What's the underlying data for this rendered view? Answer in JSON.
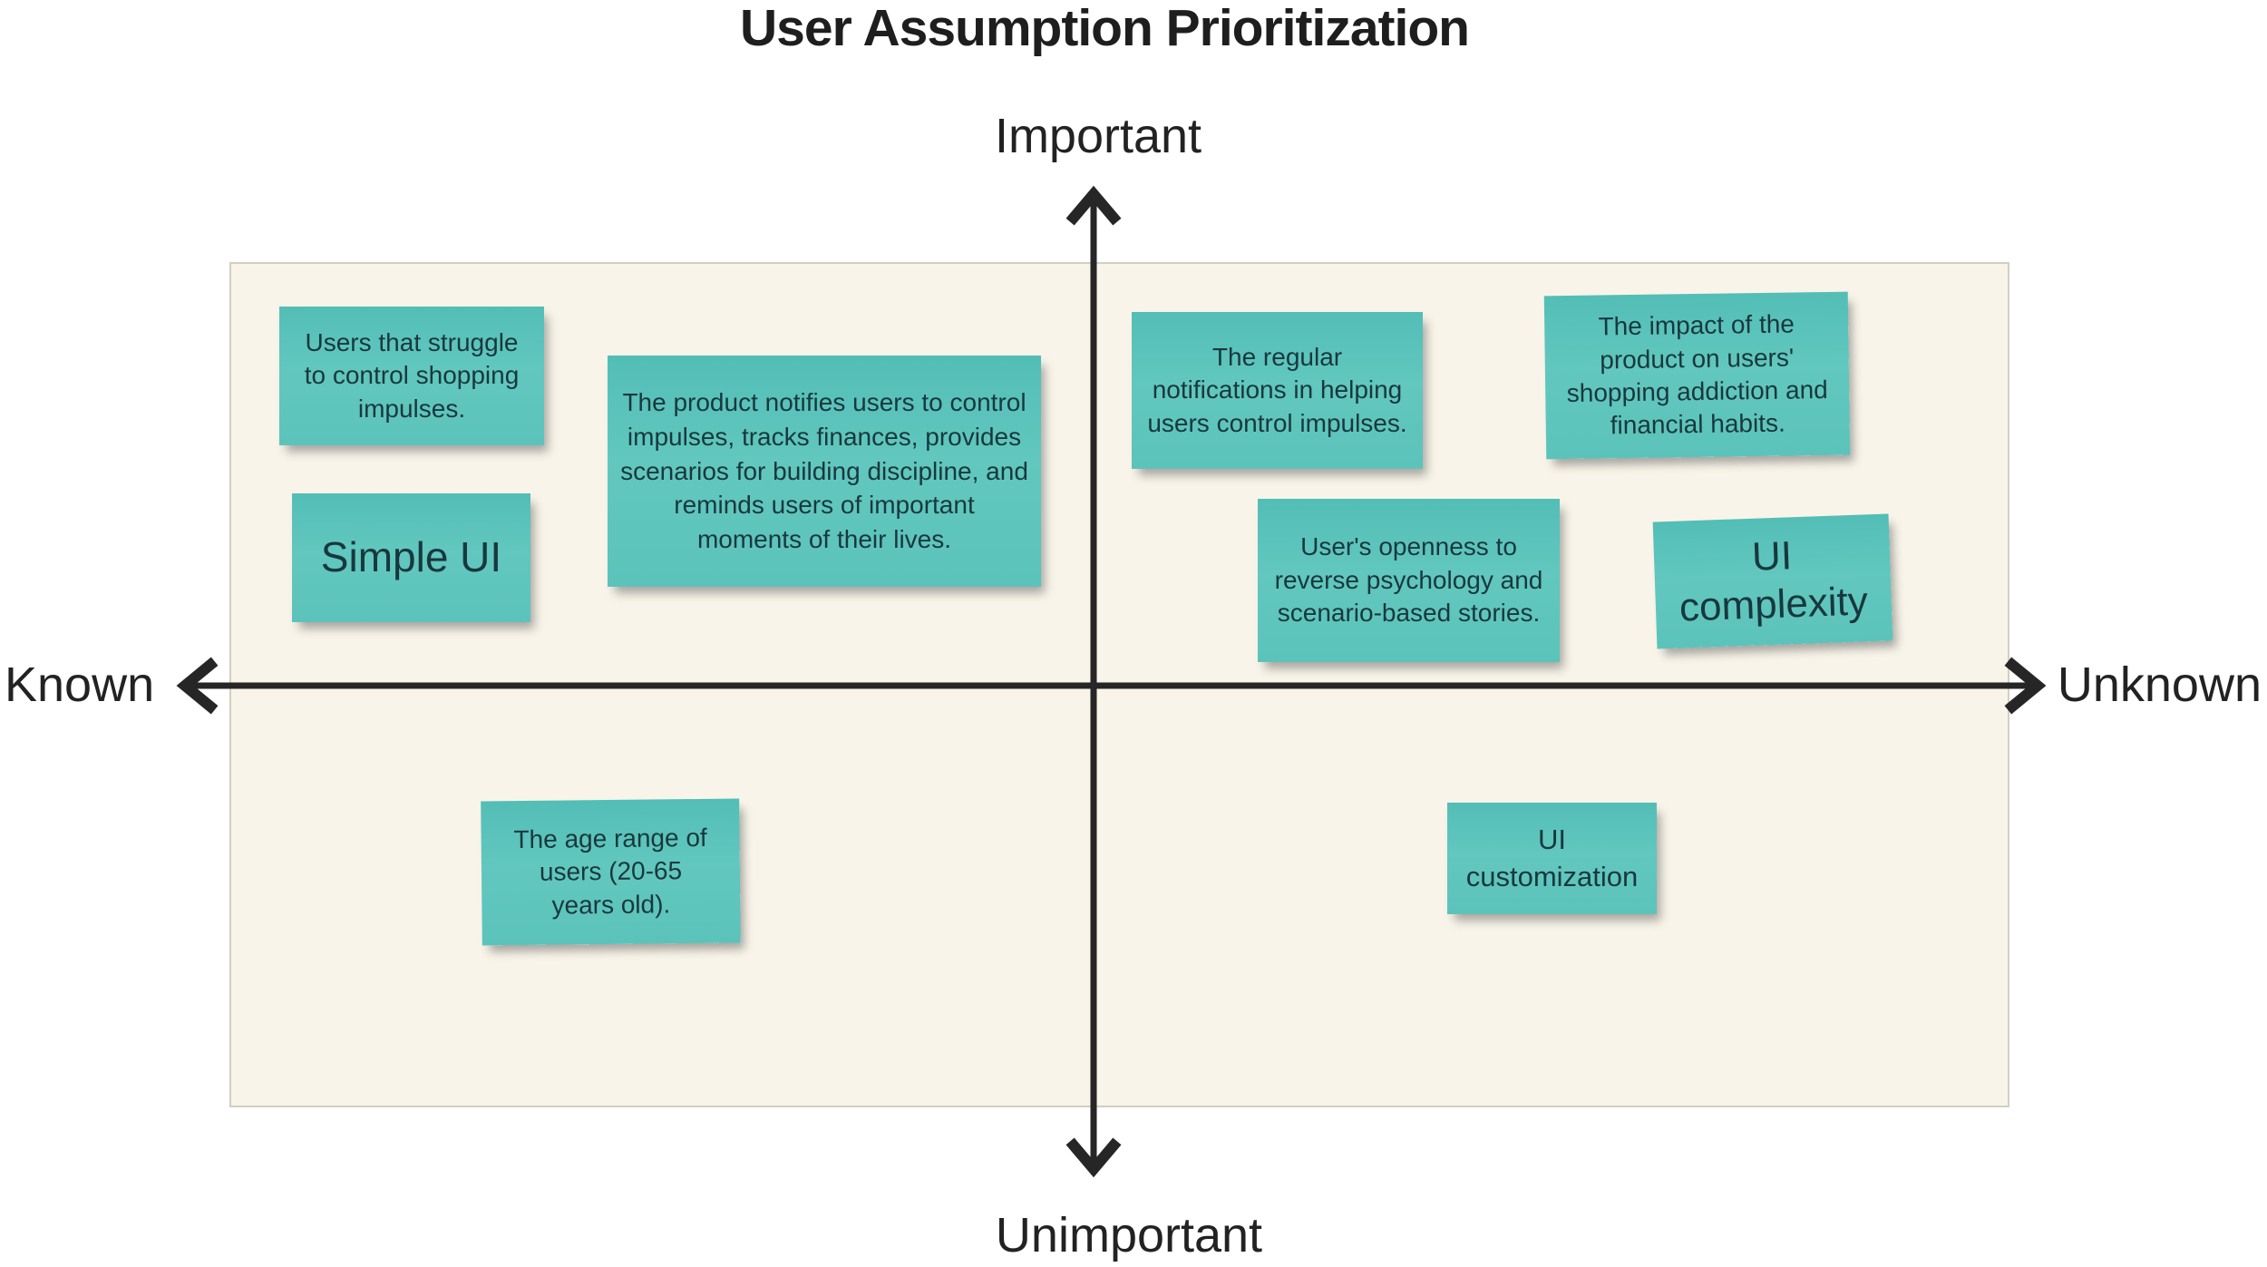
{
  "title": "User Assumption Prioritization",
  "axes": {
    "top": "Important",
    "bottom": "Unimportant",
    "left": "Known",
    "right": "Unknown"
  },
  "colors": {
    "canvas_background": "#ffffff",
    "board_background": "#f8f4e9",
    "board_border": "#d3cfc1",
    "axis_line": "#262626",
    "note_fill": "#5dc4bc",
    "note_text": "#18383e",
    "title_text": "#1e1e1e"
  },
  "notes": [
    {
      "id": "users-struggle",
      "quadrant": "important-known",
      "text": "Users that struggle to control shopping impulses."
    },
    {
      "id": "product-description",
      "quadrant": "important-known",
      "text": "The product notifies users to control impulses, tracks finances, provides scenarios for building discipline, and reminds users of important moments of their lives."
    },
    {
      "id": "simple-ui",
      "quadrant": "important-known",
      "text": "Simple UI"
    },
    {
      "id": "regular-notifications",
      "quadrant": "important-unknown",
      "text": "The regular notifications in helping users control impulses."
    },
    {
      "id": "product-impact",
      "quadrant": "important-unknown",
      "text": "The impact of the product on users' shopping addiction and financial habits."
    },
    {
      "id": "reverse-psychology",
      "quadrant": "important-unknown",
      "text": "User's openness to reverse psychology and scenario-based stories."
    },
    {
      "id": "ui-complexity",
      "quadrant": "important-unknown",
      "text": "UI complexity"
    },
    {
      "id": "age-range",
      "quadrant": "unimportant-known",
      "text": "The age range of users (20-65 years old)."
    },
    {
      "id": "ui-customization",
      "quadrant": "unimportant-unknown",
      "text": "UI customization"
    }
  ]
}
